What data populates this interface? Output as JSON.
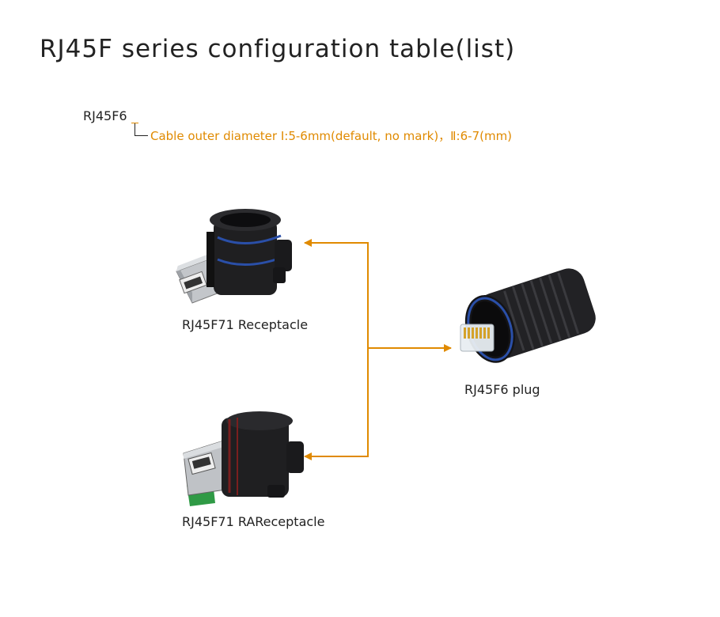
{
  "page": {
    "title": "RJ45F series configuration table(list)"
  },
  "model": {
    "code": "RJ45F6",
    "option_note": "Cable outer diameter Ⅰ:5-6mm(default, no mark)，Ⅱ:6-7(mm)"
  },
  "products": {
    "receptacle": {
      "label": "RJ45F71 Receptacle"
    },
    "ra_receptacle": {
      "label": "RJ45F71 RAReceptacle"
    },
    "plug": {
      "label": "RJ45F6 plug"
    }
  },
  "colors": {
    "accent": "#e08a00",
    "connector_body": "#1c1c1e",
    "receptacle_seal": "#2a4fa8",
    "ra_seal": "#7a1e1e",
    "pcb_green": "#2f9a45",
    "metal_shield": "#b9bcc0"
  }
}
